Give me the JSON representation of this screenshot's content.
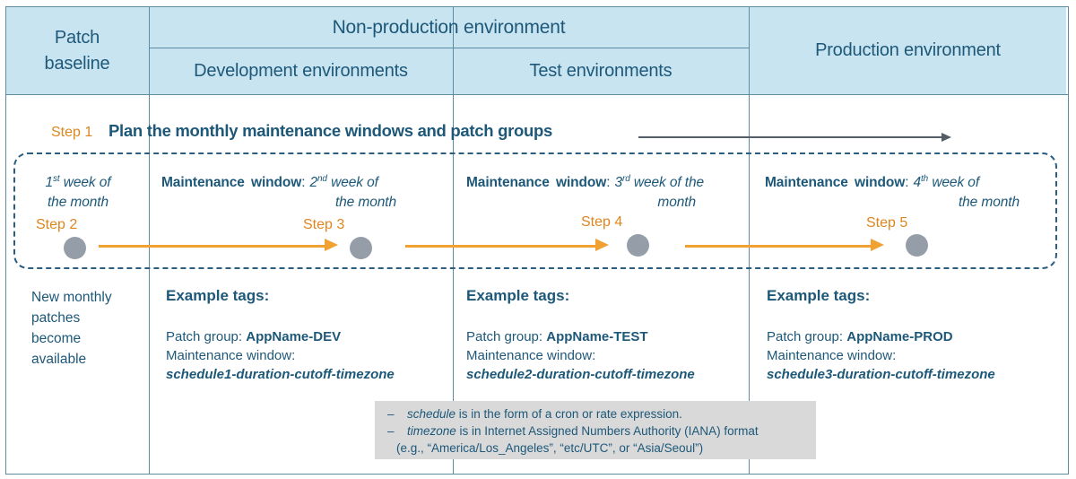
{
  "colors": {
    "header-bg": "#c9e4f1",
    "border": "#5d8ba1",
    "ink": "#1d5879",
    "step-orange": "#dd861f",
    "arrow-orange": "#f0a132",
    "circle-gray": "#959ea8",
    "note-bg": "#d9d9d9",
    "gray-arrow": "#555e66",
    "dash-blue": "#2a5d80"
  },
  "header": {
    "patch_baseline": "Patch baseline",
    "non_production": "Non-production environment",
    "development": "Development environments",
    "test": "Test environments",
    "production": "Production environment"
  },
  "step1": {
    "label": "Step 1",
    "title": "Plan the monthly maintenance windows and patch groups"
  },
  "labels": {
    "colon": ":"
  },
  "timeline": {
    "lane1": {
      "week_num": "1",
      "week_sup": "st",
      "week_rest": " week of",
      "week_line2": "the month",
      "step": "Step 2"
    },
    "lane2": {
      "mw_label": "Maintenance window",
      "week_num": "2",
      "week_sup": "nd",
      "week_rest": " week of",
      "week_line2": "the month",
      "step": "Step 3"
    },
    "lane3": {
      "mw_label": "Maintenance window",
      "week_num": "3",
      "week_sup": "rd",
      "week_rest": " week of the",
      "week_line2": "month",
      "step": "Step 4"
    },
    "lane4": {
      "mw_label": "Maintenance window",
      "week_num": "4",
      "week_sup": "th",
      "week_rest": " week of",
      "week_line2": "the month",
      "step": "Step 5"
    }
  },
  "body": {
    "baseline_text": "New monthly patches become available",
    "example_heading": "Example tags:",
    "patch_group_label": "Patch group: ",
    "mw_label": "Maintenance window:",
    "examples": [
      {
        "patch_group": "AppName-DEV",
        "schedule": "schedule1-duration-cutoff-timezone"
      },
      {
        "patch_group": "AppName-TEST",
        "schedule": "schedule2-duration-cutoff-timezone"
      },
      {
        "patch_group": "AppName-PROD",
        "schedule": "schedule3-duration-cutoff-timezone"
      }
    ]
  },
  "note": {
    "dash": "–",
    "line1_term": "schedule",
    "line1_rest": " is in the form of a cron or rate expression.",
    "line2_term": "timezone",
    "line2_rest": " is in Internet Assigned Numbers Authority (IANA) format",
    "line3": "(e.g., “America/Los_Angeles”,  “etc/UTC”, or “Asia/Seoul”)"
  }
}
